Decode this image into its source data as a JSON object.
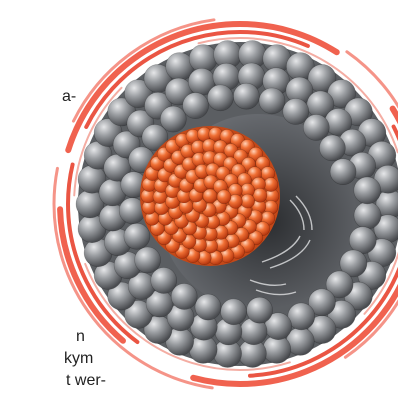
{
  "text_fragments": {
    "line_1": "a-",
    "line_2": "n",
    "line_3": "kym",
    "line_4": "t  wer-"
  },
  "illustration": {
    "subject": "core-shell-nanoparticle",
    "core_color": "#e8622a",
    "shell_color": "#8f9296",
    "ring_color": "#e84c3c",
    "background": "#ffffff"
  }
}
